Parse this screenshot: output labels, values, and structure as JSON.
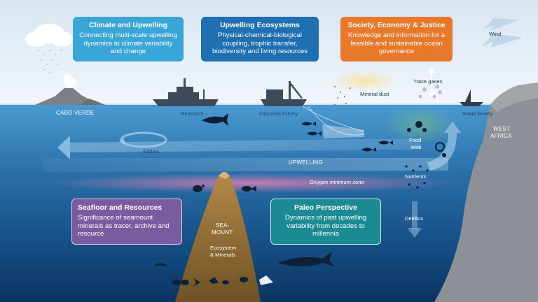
{
  "boxes": {
    "climate": {
      "title": "Climate and Upwelling",
      "text": "Connecting multi-scale upwelling dynamics to climate variability and change",
      "color": "#3aa6d8"
    },
    "ecosystems": {
      "title": "Upwelling Ecosystems",
      "text": "Physical-chemical-biological coupling, trophic transfer, biodiversity and living resources",
      "color": "#1f6fb3"
    },
    "society": {
      "title": "Society, Economy & Justice",
      "text": "Knowledge and information for a feasible and sustainable ocean governance",
      "color": "#e8782a"
    },
    "seafloor": {
      "title": "Seafloor and Resources",
      "text": "Significance of seamount minerals as tracer, archive and resource",
      "color": "#7b5ba0"
    },
    "paleo": {
      "title": "Paleo Perspective",
      "text": "Dynamics of past upwelling variability from decades to millennia",
      "color": "#1c8a93"
    }
  },
  "labels": {
    "cabo_verde": "CABO VERDE",
    "research": "Research",
    "industrial_fishery": "Industrial fishery",
    "mineral_dust": "Mineral dust",
    "trace_gases": "Trace gases",
    "wind": "Wind",
    "small_fishery": "Small fishery",
    "west_africa_1": "WEST",
    "west_africa_2": "AFRICA",
    "eddies": "Eddies",
    "upwelling": "UPWELLING",
    "food_web_1": "Food",
    "food_web_2": "Web",
    "oxygen_minimum_zone": "Oxygen minimum zone",
    "nutrients": "Nutrients",
    "detritus": "Detritus",
    "seamount_1": "SEA-",
    "seamount_2": "MOUNT",
    "ecosystem_1": "Ecosystem",
    "ecosystem_2": "& Minerals"
  },
  "colors": {
    "sky": "#e3eef6",
    "ocean_surface": "#3f8fc8",
    "ocean_deep": "#0b3a66",
    "land": "#8a8e93",
    "omz": "#c77aa8",
    "seamount": "#8b6a3a"
  },
  "icons": [
    "cloud-icon",
    "volcano-icon",
    "research-vessel-icon",
    "trawler-icon",
    "small-boat-icon",
    "fish-icon",
    "shark-icon",
    "turtle-icon",
    "wind-arrow-icon"
  ]
}
